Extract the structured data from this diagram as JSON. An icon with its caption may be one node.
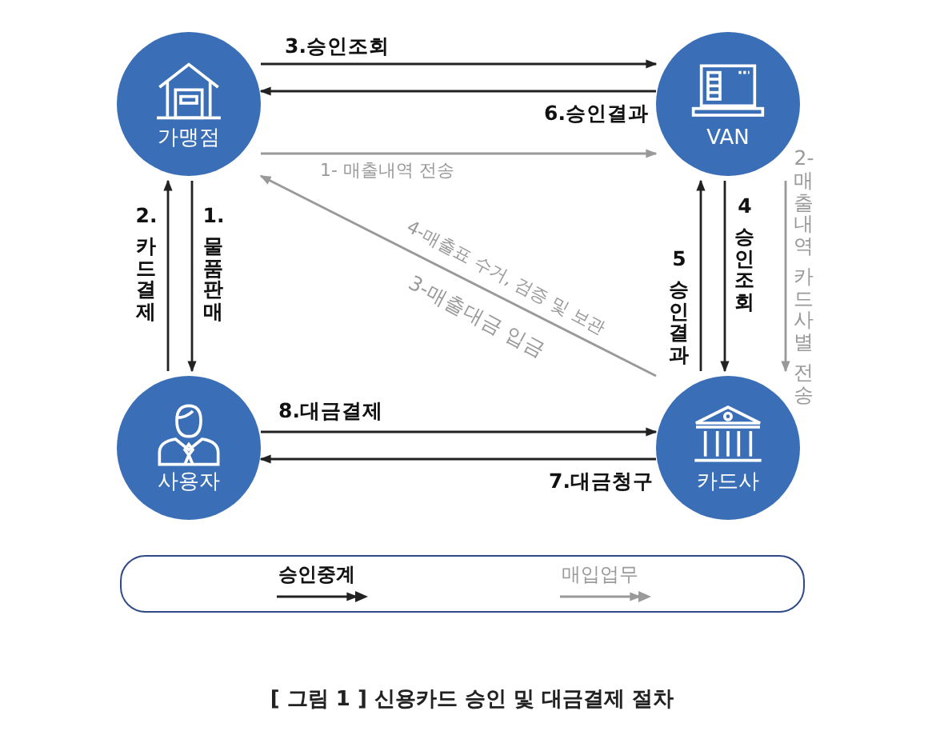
{
  "diagram": {
    "caption": "[ 그림 1 ] 신용카드 승인 및 대금결제 절차",
    "nodes": [
      {
        "text": [
          "가맹점"
        ]
      },
      {
        "text": [
          "VAN"
        ]
      },
      {
        "text": [
          "사용자"
        ]
      },
      {
        "text": [
          "카드사"
        ]
      }
    ],
    "edges": [
      {
        "from": 0,
        "to": 1,
        "arrow": "to",
        "label": "3.승인조회"
      },
      {
        "from": 1,
        "to": 0,
        "arrow": "to",
        "label": "6.승인결과"
      },
      {
        "from": 0,
        "to": 1,
        "arrow": "to",
        "label": "1- 매출내역 전송",
        "color": "#999999"
      },
      {
        "from": 0,
        "to": 2,
        "arrow": "to",
        "label": "1. 물품판매"
      },
      {
        "from": 2,
        "to": 0,
        "arrow": "to",
        "label": "2. 카드결제"
      },
      {
        "from": 3,
        "to": 0,
        "arrow": "to",
        "label": "4-매출표 수거, 검증 및 보관",
        "color": "#999999"
      },
      {
        "from": 1,
        "to": 3,
        "arrow": "to",
        "label": "4 승인조회"
      },
      {
        "from": 3,
        "to": 1,
        "arrow": "to",
        "label": "5 승인결과"
      },
      {
        "from": 1,
        "to": 3,
        "arrow": "to",
        "label": "2-매출내역 카드사별 전송",
        "color": "#999999"
      },
      {
        "from": 2,
        "to": 3,
        "arrow": "to",
        "label": "8.대금결제"
      },
      {
        "from": 3,
        "to": 2,
        "arrow": "to",
        "label": "7.대금청구"
      }
    ],
    "labels": [
      "3-매출대금 입금"
    ],
    "legend": [
      {
        "text": "승인중계"
      },
      {
        "text": "매입업무"
      }
    ]
  }
}
